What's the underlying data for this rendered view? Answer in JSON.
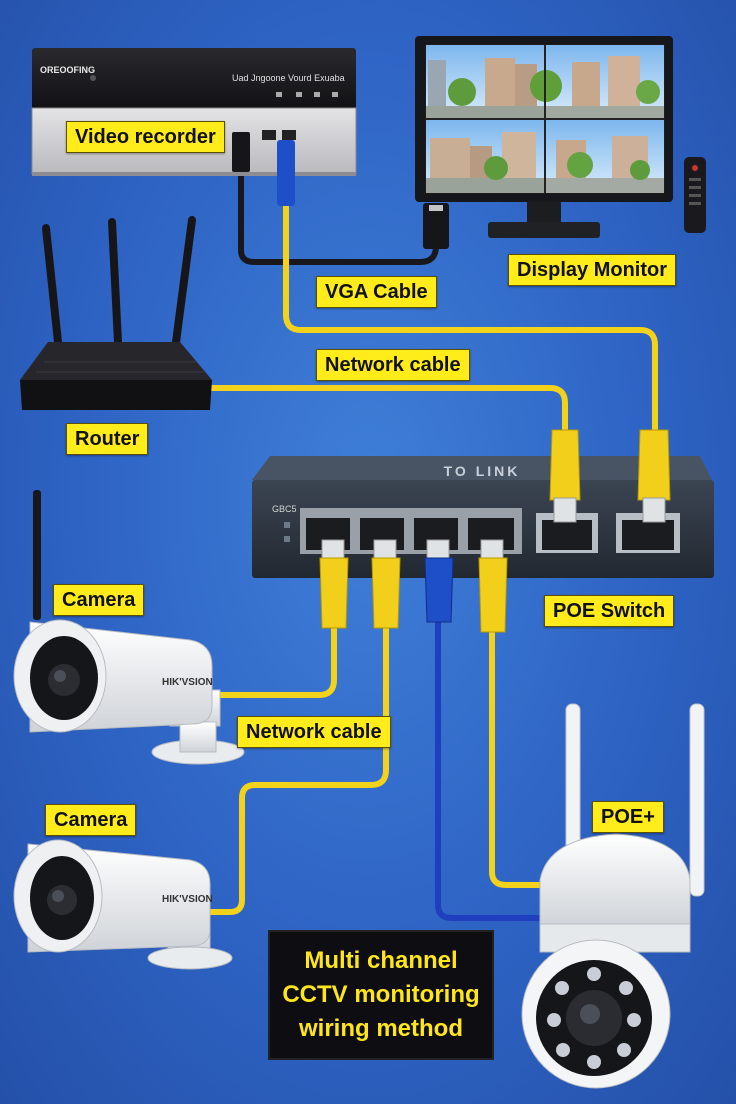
{
  "labels": {
    "video_recorder": "Video recorder",
    "display_monitor": "Display Monitor",
    "vga_cable": "VGA Cable",
    "network_cable_top": "Network cable",
    "router": "Router",
    "camera_top": "Camera",
    "poe_switch": "POE Switch",
    "network_cable_mid": "Network cable",
    "camera_bottom": "Camera",
    "poe_plus": "POE+"
  },
  "title_lines": [
    "Multi channel",
    "CCTV monitoring",
    "wiring method"
  ],
  "device_text": {
    "recorder_brand": "OREOOFING",
    "recorder_panel": "Uad Jngoone Vourd Exuaba",
    "switch_brand": "TO LINK",
    "switch_model": "GBC5",
    "camera_brand_top": "HIK'VSION",
    "camera_brand_bottom": "HIK'VSION"
  },
  "colors": {
    "background": "#2e63c4",
    "label_bg": "#ffec1a",
    "cable_yellow": "#f2d21a",
    "cable_blue": "#1f3fbf",
    "title_text": "#ffe61a"
  }
}
